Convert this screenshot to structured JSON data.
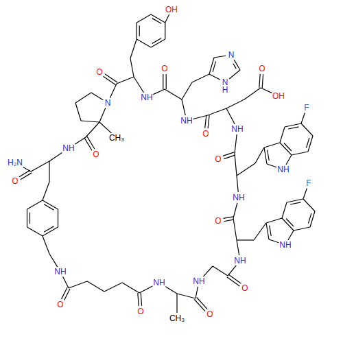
{
  "diagram": {
    "labels": [
      "OH",
      "O",
      "NH",
      "O",
      "N",
      "N",
      "H",
      "N",
      "O",
      "OH",
      "F",
      "NH",
      "NH",
      "O",
      "CH₃",
      "O",
      "NH",
      "H₂N",
      "NH",
      "O",
      "O",
      "F",
      "NH",
      "O",
      "NH",
      "NH",
      "NH",
      "NH",
      "O",
      "NH",
      "O",
      "O",
      "O",
      "CH₃"
    ]
  }
}
